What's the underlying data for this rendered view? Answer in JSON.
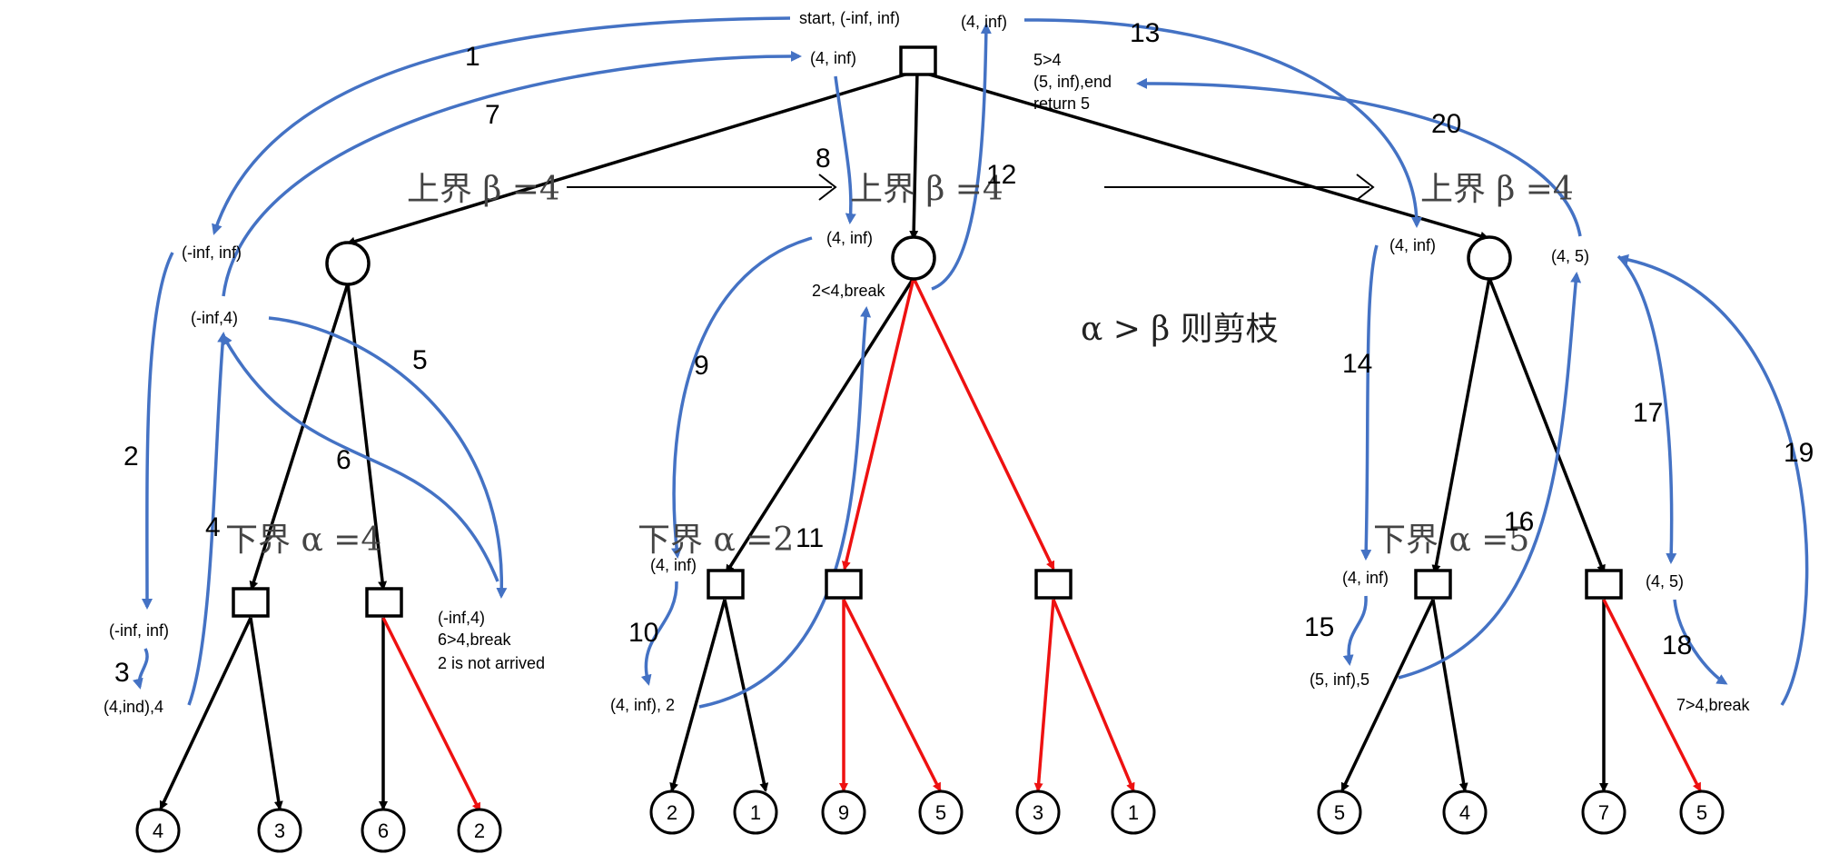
{
  "labels": {
    "start": "start, (-inf, inf)",
    "root_a": "(4, inf)",
    "root_b": "(4, inf)",
    "root_c1": "5>4",
    "root_c2": "(5, inf),end",
    "root_c3": "return 5",
    "l_min_a": "(-inf, inf)",
    "l_min_b": "(-inf,4)",
    "l_max1_a": "(-inf, inf)",
    "l_max1_b": "(4,ind),4",
    "l_max2_1": "(-inf,4)",
    "l_max2_2": "6>4,break",
    "l_max2_3": "2 is not arrived",
    "m_min_a": "(4, inf)",
    "m_min_b": "2<4,break",
    "m_max1_a": "(4, inf)",
    "m_max1_b": "(4, inf), 2",
    "r_min_a": "(4, inf)",
    "r_min_b": "(4, 5)",
    "r_max1_a": "(4, inf)",
    "r_max1_b": "(5, inf),5",
    "r_max2_a": "(4, 5)",
    "r_max2_b": "7>4,break"
  },
  "bounds": {
    "upper_l": "上界 β =4",
    "upper_m": "上界 β =4",
    "upper_r": "上界 β =4",
    "lower_l": "下界 α =4",
    "lower_m": "下界 α =2",
    "lower_r": "下界 α =5"
  },
  "prune_rule": "α > β 则剪枝",
  "steps": [
    "1",
    "2",
    "3",
    "4",
    "5",
    "6",
    "7",
    "8",
    "9",
    "10",
    "11",
    "12",
    "13",
    "14",
    "15",
    "16",
    "17",
    "18",
    "19",
    "20"
  ],
  "leaves": [
    "4",
    "3",
    "6",
    "2",
    "2",
    "1",
    "9",
    "5",
    "3",
    "1",
    "5",
    "4",
    "7",
    "5"
  ],
  "colors": {
    "tree": "#000000",
    "pruned": "#ee1111",
    "trace": "#4472c4"
  }
}
